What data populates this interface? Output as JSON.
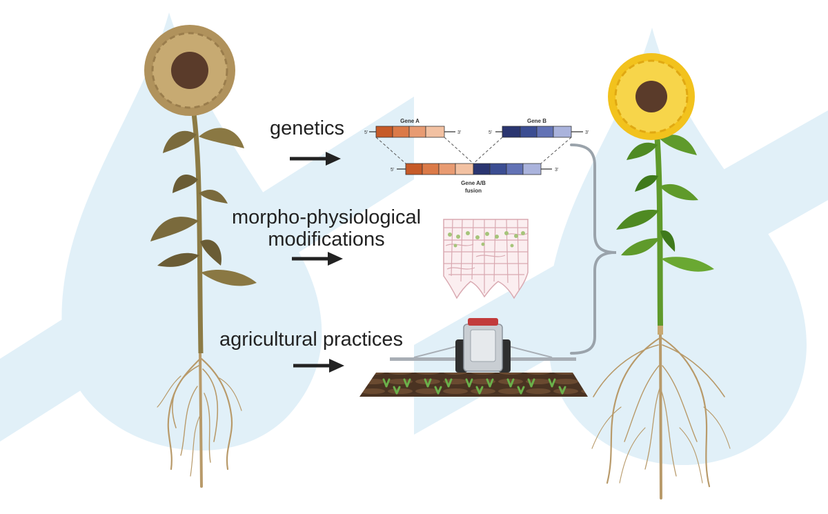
{
  "labels": {
    "genetics": "genetics",
    "morpho_line1": "morpho-physiological",
    "morpho_line2": "modifications",
    "agricultural": "agricultural practices"
  },
  "gene_diagram": {
    "gene_a": "Gene A",
    "gene_b": "Gene B",
    "fusion_line1": "Gene A/B",
    "fusion_line2": "fusion",
    "end_5": "5'",
    "end_3": "3'"
  },
  "colors": {
    "background": "#ffffff",
    "drop_shape": "#e1f0f8",
    "arrow": "#222222",
    "brace": "#9aa3ab",
    "gene_a": [
      "#c65a28",
      "#db7a48",
      "#e89b72",
      "#f2c1a2"
    ],
    "gene_b": [
      "#2a3570",
      "#3b4d92",
      "#6272b5",
      "#aab3dc"
    ],
    "wilted_petals": "#b0925c",
    "healthy_petals": "#f2c21d",
    "flower_center": "#5a3b2a",
    "wilted_stem": "#8c7b45",
    "healthy_stem": "#5f9a2b",
    "root": "#b89a6a"
  }
}
